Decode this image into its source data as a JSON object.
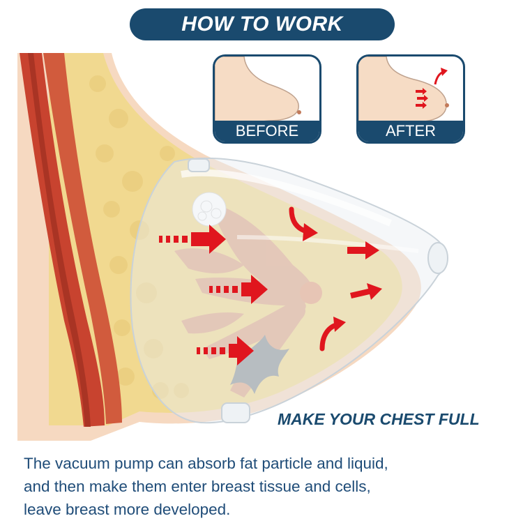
{
  "header": {
    "title": "HOW TO WORK"
  },
  "cards": {
    "before_label": "BEFORE",
    "after_label": "AFTER"
  },
  "tagline": "MAKE YOUR CHEST FULL",
  "description": {
    "line1": "The vacuum pump can absorb fat particle and liquid,",
    "line2": "and then make them enter breast tissue and cells,",
    "line3": "leave breast more developed."
  },
  "colors": {
    "brand_navy": "#1a4a6e",
    "arrow_red": "#e0161e",
    "skin": "#f3dcc4",
    "fat": "#f2dc9a",
    "muscle": "#c8432f"
  },
  "icons": [
    "red-arrow-icon",
    "curved-red-arrow-icon",
    "vacuum-cup-image",
    "breast-anatomy-image"
  ]
}
